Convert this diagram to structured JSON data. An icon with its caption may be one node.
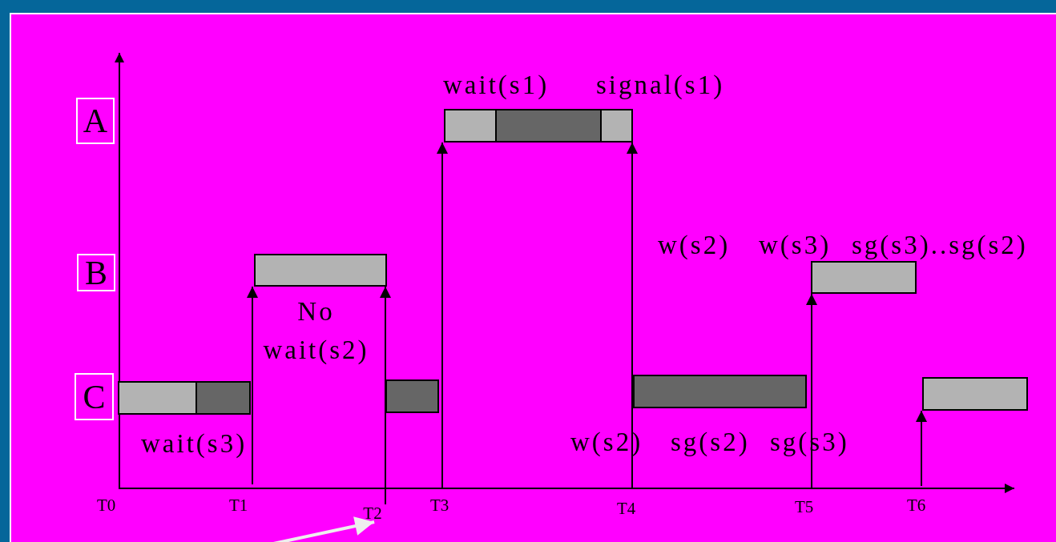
{
  "diagram": {
    "nodes": [
      {
        "text": [
          "A"
        ]
      },
      {
        "text": [],
        "shape": "bar",
        "beside": [
          "wait(s1)",
          "signal(s1)"
        ]
      },
      {
        "text": [
          "B"
        ]
      },
      {
        "text": [],
        "shape": "bar",
        "beside": [
          "No wait(s2)"
        ]
      },
      {
        "text": [],
        "shape": "bar",
        "beside": [
          "w(s2)",
          "w(s3)",
          "sg(s3)..sg(s2)"
        ]
      },
      {
        "text": [
          "C"
        ]
      },
      {
        "text": [],
        "shape": "bar",
        "beside": [
          "wait(s3)"
        ]
      },
      {
        "text": [],
        "shape": "bar"
      },
      {
        "text": [],
        "shape": "bar",
        "beside": [
          "w(s2)",
          "sg(s2)",
          "sg(s3)"
        ]
      },
      {
        "text": [],
        "shape": "bar"
      },
      {
        "text": [
          "T2"
        ]
      }
    ],
    "edges": [
      {
        "from": null,
        "to": 3,
        "arrow": "to"
      },
      {
        "from": 10,
        "to": 3,
        "arrow": "to"
      },
      {
        "from": null,
        "to": 1,
        "arrow": "to"
      },
      {
        "from": null,
        "to": 1,
        "arrow": "to"
      },
      {
        "from": null,
        "to": 4,
        "arrow": "to"
      },
      {
        "from": null,
        "to": 9,
        "arrow": "to"
      },
      {
        "from": null,
        "to": 10,
        "arrow": "to",
        "style": "thick",
        "color": "#eeeeee"
      }
    ],
    "labels": [
      "T0",
      "T1",
      "T3",
      "T4",
      "T5",
      "T6"
    ]
  }
}
